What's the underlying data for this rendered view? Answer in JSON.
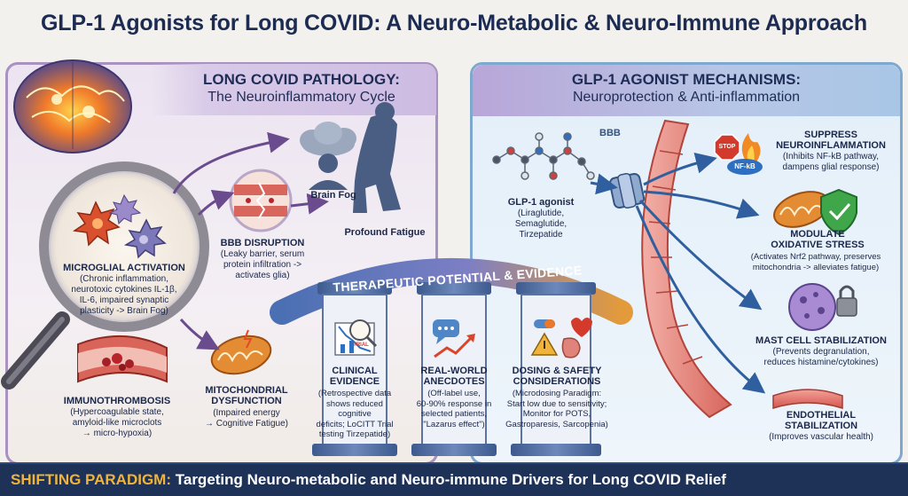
{
  "title": "GLP-1 Agonists for Long COVID: A Neuro-Metabolic & Neuro-Immune Approach",
  "left_panel": {
    "title": "LONG COVID PATHOLOGY:",
    "subtitle": "The Neuroinflammatory Cycle",
    "brain_fog": "Brain Fog",
    "fatigue": "Profound Fatigue",
    "bbb": {
      "title": "BBB DISRUPTION",
      "desc": [
        "(Leaky barrier, serum",
        "protein infiltration ->",
        "activates glia)"
      ]
    },
    "microglia": {
      "title": "MICROGLIAL ACTIVATION",
      "desc": [
        "(Chronic inflammation,",
        "neurotoxic cytokines IL-1β,",
        "IL-6, impaired synaptic",
        "plasticity -> Brain Fog)"
      ]
    },
    "immuno": {
      "title": "IMMUNOTHROMBOSIS",
      "desc": [
        "(Hypercoagulable state,",
        "amyloid-like microclots",
        "→ micro-hypoxia)"
      ]
    },
    "mito": {
      "title": [
        "MITOCHONDRIAL",
        "DYSFUNCTION"
      ],
      "desc": [
        "(Impaired energy",
        "→ Cognitive Fatigue)"
      ]
    }
  },
  "right_panel": {
    "title": "GLP-1 AGONIST MECHANISMS:",
    "subtitle": "Neuroprotection & Anti-inflammation",
    "bbb_label": "BBB",
    "agonist": {
      "title": "GLP-1 agonist",
      "desc": [
        "(Liraglutide,",
        "Semaglutide,",
        "Tirzepatide"
      ]
    },
    "suppress": {
      "title": [
        "SUPPRESS",
        "NEUROINFLAMMATION"
      ],
      "desc": [
        "(Inhibits NF-kB pathway,",
        "dampens glial response)"
      ]
    },
    "oxidative": {
      "title": [
        "MODULATE",
        "OXIDATIVE STRESS"
      ],
      "desc": [
        "(Activates Nrf2 pathway, preserves",
        "mitochondria -> alleviates fatigue)"
      ]
    },
    "mast": {
      "title": "MAST CELL STABILIZATION",
      "desc": [
        "(Prevents degranulation,",
        "reduces histamine/cytokines)"
      ]
    },
    "endo": {
      "title": [
        "ENDOTHELIAL",
        "STABILIZATION"
      ],
      "desc": [
        "(Improves vascular health)"
      ]
    },
    "stop_sign": "STOP",
    "nfkb": "NF-kB"
  },
  "bridge": {
    "title": "THERAPEUTIC POTENTIAL & EVIDENCE",
    "clinical": {
      "title": [
        "CLINICAL",
        "EVIDENCE"
      ],
      "desc": [
        "(Retrospective data",
        "shows reduced cognitive",
        "deficits; LoCITT Trial",
        "testing Tirzepatide)"
      ],
      "badge": "TRIAL"
    },
    "realworld": {
      "title": [
        "REAL-WORLD",
        "ANECDOTES"
      ],
      "desc": [
        "(Off-label use,",
        "60-90% response in",
        "selected patients,",
        "\"Lazarus effect\")"
      ]
    },
    "dosing": {
      "title": [
        "DOSING & SAFETY",
        "CONSIDERATIONS"
      ],
      "desc": [
        "(Microdosing Paradigm:",
        "Start low due to sensitivity;",
        "Monitor for POTS,",
        "Gastroparesis, Sarcopenia)"
      ]
    }
  },
  "banner": {
    "strong": "SHIFTING PARADIGM:",
    "text": " Targeting Neuro-metabolic and Neuro-immune Drivers for Long COVID Relief"
  },
  "colors": {
    "navy": "#1e3258",
    "gold": "#f0b43a",
    "purple": "#a992bf",
    "blue": "#7fa8cf",
    "orange": "#e8782a"
  }
}
